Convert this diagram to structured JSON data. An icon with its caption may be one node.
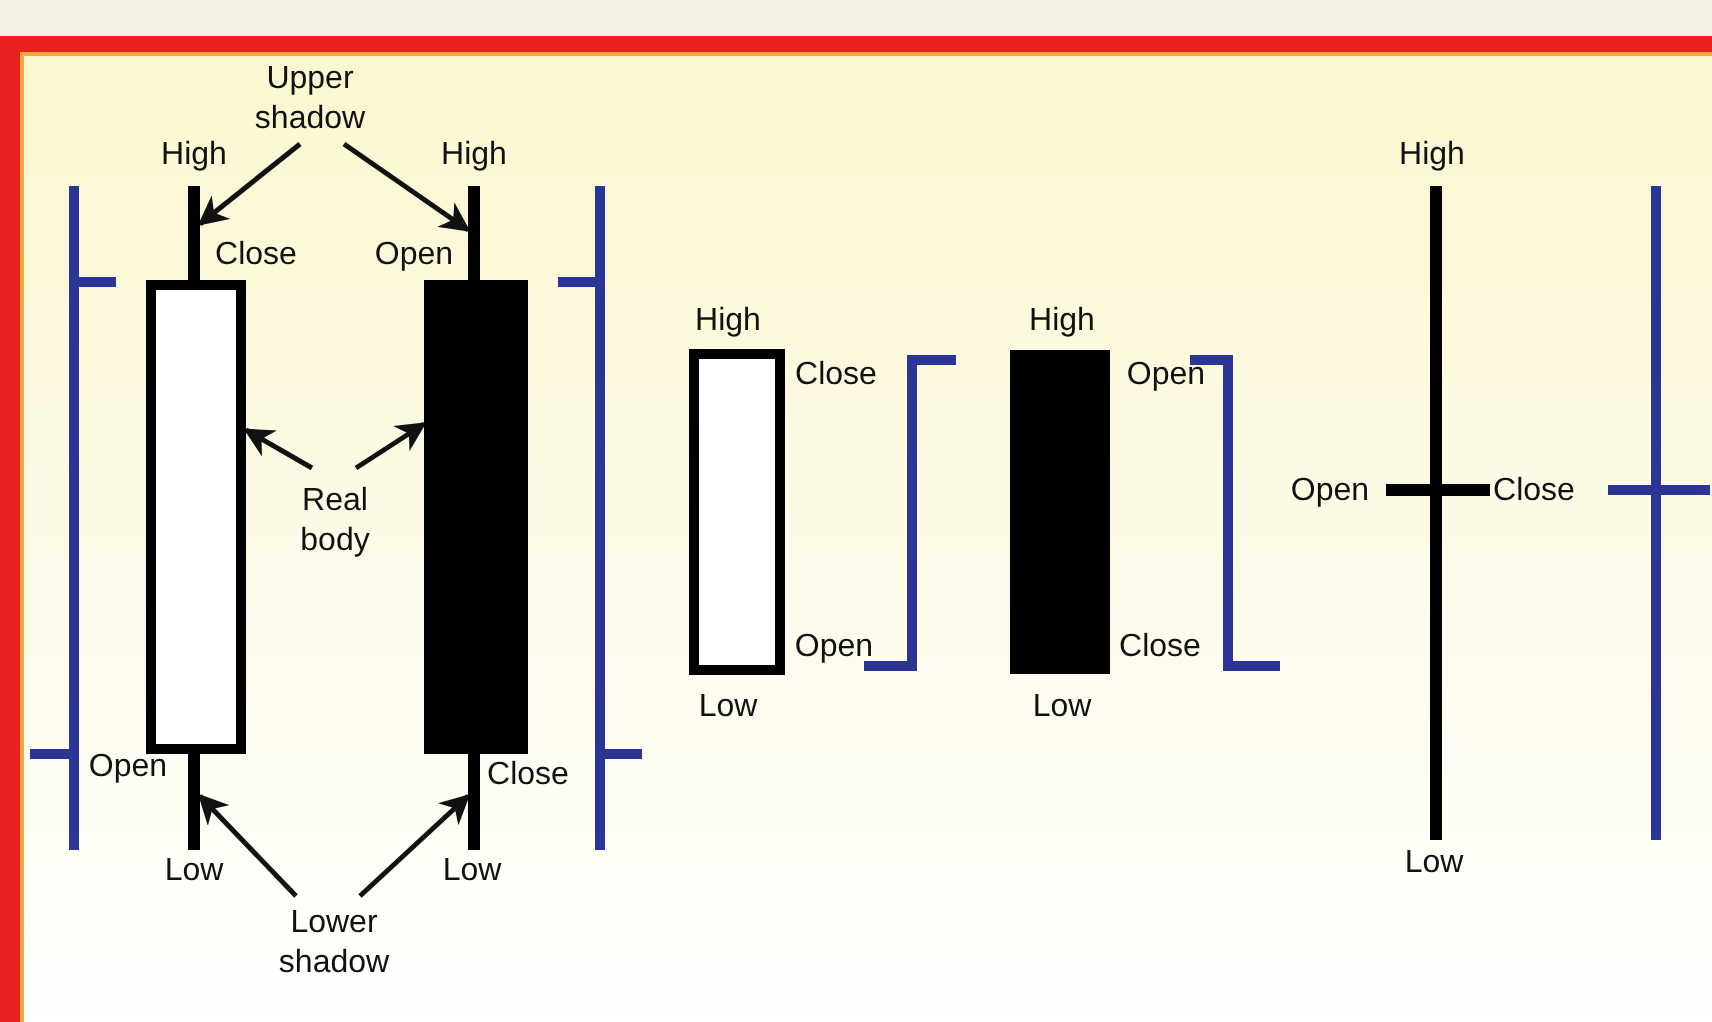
{
  "diagram": {
    "nodes": [
      {
        "text": [
          "Upper shadow"
        ]
      },
      {
        "text": [],
        "shape": "bar"
      },
      {
        "text": [],
        "shape": "bar"
      },
      {
        "text": [
          "Real body"
        ]
      },
      {
        "text": [],
        "shape": "box"
      },
      {
        "text": [],
        "shape": "box"
      },
      {
        "text": [
          "Lower shadow"
        ]
      },
      {
        "text": [],
        "shape": "bar"
      },
      {
        "text": [],
        "shape": "bar"
      }
    ],
    "edges": [
      {
        "from": 0,
        "to": 1,
        "arrow": "to"
      },
      {
        "from": 0,
        "to": 2,
        "arrow": "to"
      },
      {
        "from": 3,
        "to": 4,
        "arrow": "to"
      },
      {
        "from": 3,
        "to": 5,
        "arrow": "to"
      },
      {
        "from": 6,
        "to": 7,
        "arrow": "to"
      },
      {
        "from": 6,
        "to": 8,
        "arrow": "to"
      }
    ],
    "labels": [
      "High",
      "High",
      "High",
      "Close",
      "Open",
      "High",
      "High",
      "Close",
      "Open",
      "Open",
      "Close",
      "Open",
      "Close",
      "Low",
      "Low",
      "Open",
      "Close",
      "Low",
      "Low",
      "Low"
    ]
  }
}
